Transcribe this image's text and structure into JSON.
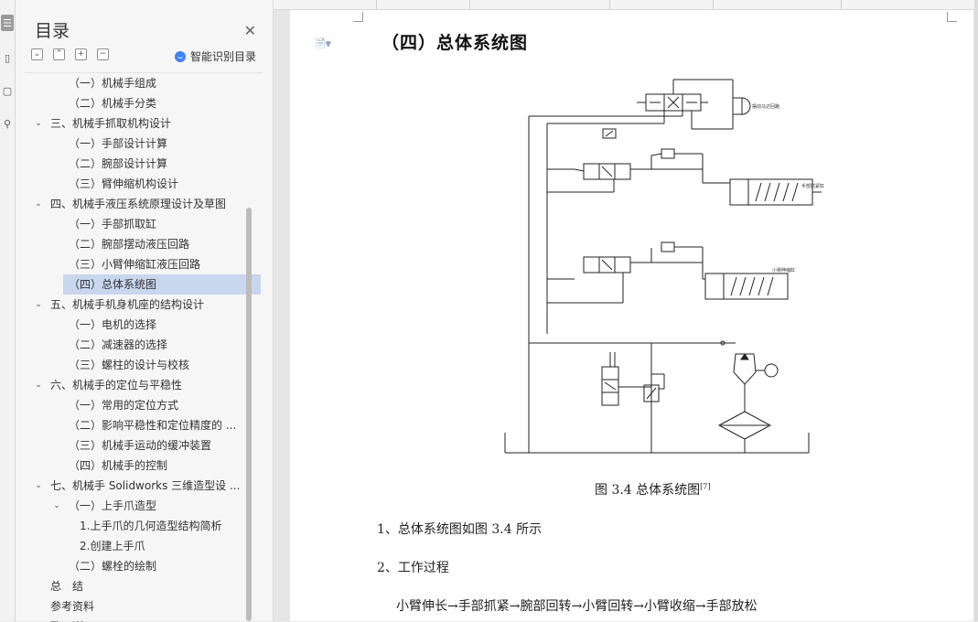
{
  "toolstrip": {
    "icons": [
      "outline-icon",
      "bookmark-icon",
      "page-icon",
      "search-icon"
    ]
  },
  "toc": {
    "title": "目录",
    "smart_label": "智能识别目录",
    "items": [
      {
        "text": "（一）机械手组成",
        "level": 2
      },
      {
        "text": "（二）机械手分类",
        "level": 2
      },
      {
        "text": "三、机械手抓取机构设计",
        "level": 1,
        "caret": "⌄"
      },
      {
        "text": "（一）手部设计计算",
        "level": 2
      },
      {
        "text": "（二）腕部设计计算",
        "level": 2
      },
      {
        "text": "（三）臂伸缩机构设计",
        "level": 2
      },
      {
        "text": "四、机械手液压系统原理设计及草图",
        "level": 1,
        "caret": "⌄"
      },
      {
        "text": "（一）手部抓取缸",
        "level": 2
      },
      {
        "text": "（二）腕部摆动液压回路",
        "level": 2
      },
      {
        "text": "（三）小臂伸缩缸液压回路",
        "level": 2
      },
      {
        "text": "（四）总体系统图",
        "level": 2,
        "selected": true
      },
      {
        "text": "五、机械手机身机座的结构设计",
        "level": 1,
        "caret": "⌄"
      },
      {
        "text": "（一）电机的选择",
        "level": 2
      },
      {
        "text": "（二）减速器的选择",
        "level": 2
      },
      {
        "text": "（三）螺柱的设计与校核",
        "level": 2
      },
      {
        "text": "六、机械手的定位与平稳性",
        "level": 1,
        "caret": "⌄"
      },
      {
        "text": "（一）常用的定位方式",
        "level": 2
      },
      {
        "text": "（二）影响平稳性和定位精度的 ...",
        "level": 2
      },
      {
        "text": "（三）机械手运动的缓冲装置",
        "level": 2
      },
      {
        "text": "（四）机械手的控制",
        "level": 2
      },
      {
        "text": "七、机械手 Solidworks 三维造型设 ...",
        "level": 1,
        "caret": "⌄"
      },
      {
        "text": "（一）上手爪造型",
        "level": 2,
        "caret": "⌄"
      },
      {
        "text": "1.上手爪的几何造型结构简析",
        "level": 3
      },
      {
        "text": "2.创建上手爪",
        "level": 3
      },
      {
        "text": "（二）螺栓的绘制",
        "level": 2
      },
      {
        "text": "总　结",
        "level": 1
      },
      {
        "text": "参考资料",
        "level": 1
      },
      {
        "text": "致　谢",
        "level": 1
      }
    ]
  },
  "document": {
    "heading": "（四）总体系统图",
    "figure_caption": "图  3.4 总体系统图",
    "figure_ref": "[7]",
    "para1": "1、总体系统图如图 3.4 所示",
    "para2": "2、工作过程",
    "para3": "小臂伸长→手部抓紧→腕部回转→小臂回转→小臂收缩→手部放松"
  },
  "diagram_labels": {
    "actuator_top": "摆动马达回路",
    "cyl1": "手部抓紧缸",
    "cyl2": "小臂伸缩缸"
  }
}
